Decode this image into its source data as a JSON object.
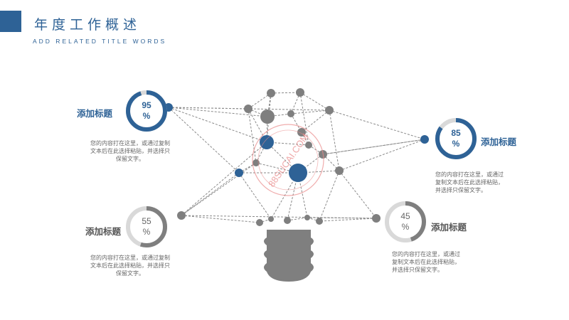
{
  "header": {
    "title": "年度工作概述",
    "subtitle": "ADD RELATED TITLE WORDS"
  },
  "items": [
    {
      "pct_num": "95",
      "pct_sign": "%",
      "value": 0.95,
      "label": "添加标题",
      "desc": "您的内容打在这里，或通过复制文本后在此选择粘贴，并选择只保留文字。",
      "color": "#2E6296"
    },
    {
      "pct_num": "85",
      "pct_sign": "%",
      "value": 0.85,
      "label": "添加标题",
      "desc": "您的内容打在这里，或通过复制文本后在此选择粘贴，并选择只保留文字。",
      "color": "#2E6296"
    },
    {
      "pct_num": "55",
      "pct_sign": "%",
      "value": 0.55,
      "label": "添加标题",
      "desc": "您的内容打在这里，或通过复制文本后在此选择粘贴，并选择只保留文字。",
      "color": "#7F7F7F"
    },
    {
      "pct_num": "45",
      "pct_sign": "%",
      "value": 0.45,
      "label": "添加标题",
      "desc": "您的内容打在这里，或通过复制文本后在此选择粘贴，并选择只保留文字。",
      "color": "#7F7F7F"
    }
  ],
  "watermark": "88SUCAI.COM",
  "colors": {
    "accent": "#2E6296",
    "gray": "#7F7F7F",
    "track": "#D9D9D9"
  }
}
